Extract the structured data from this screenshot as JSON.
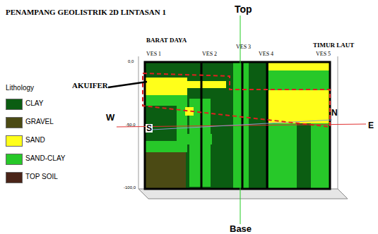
{
  "diagram": {
    "title": "PENAMPANG GEOLISTRIK 2D LINTASAN 1",
    "labels": [
      "Top",
      "BARAT DAYA",
      "TIMUR LAUT",
      "VES 1",
      "VES 2",
      "VES 3",
      "VES 4",
      "VES 5",
      "AKUIFER",
      "W",
      "S",
      "N",
      "E",
      "0,0",
      "-50,0",
      "-100,0",
      "Base",
      "Lithology"
    ],
    "legend": [
      {
        "text": "CLAY",
        "color": "#0b5d12"
      },
      {
        "text": "GRAVEL",
        "color": "#4b4a14"
      },
      {
        "text": "SAND",
        "color": "#ffff1a"
      },
      {
        "text": "SAND-CLAY",
        "color": "#27c829"
      },
      {
        "text": "TOP SOIL",
        "color": "#4a2418"
      }
    ]
  }
}
